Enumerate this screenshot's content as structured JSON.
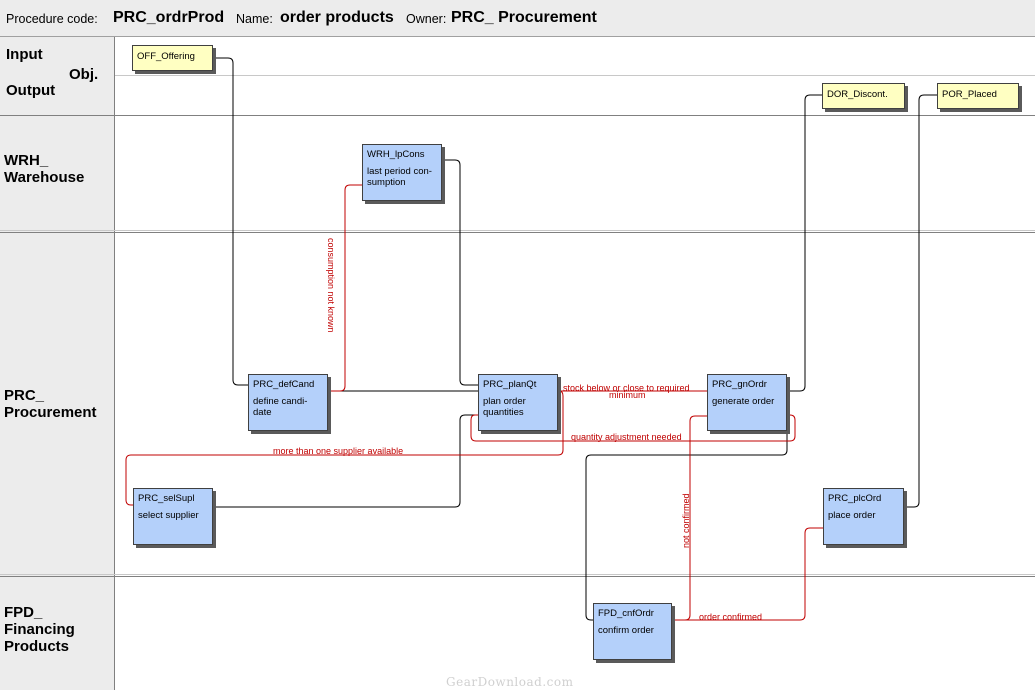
{
  "header": {
    "code_label": "Procedure code:",
    "code_value": "PRC_ordrProd",
    "name_label": "Name:",
    "name_value": "order products",
    "owner_label": "Owner:",
    "owner_value": "PRC_ Procurement"
  },
  "lanes": {
    "io_input": "Input",
    "io_obj": "Obj.",
    "io_output": "Output",
    "warehouse": "WRH_\nWarehouse",
    "procurement": "PRC_\nProcurement",
    "financing": "FPD_\nFinancing\nProducts"
  },
  "objects": {
    "off": "OFF_Offering",
    "dor": "DOR_Discont.",
    "por": "POR_Placed"
  },
  "nodes": {
    "wrh_lpcons": {
      "code": "WRH_lpCons",
      "desc": "last period con-\nsumption"
    },
    "prc_defcand": {
      "code": "PRC_defCand",
      "desc": "define candi-\ndate"
    },
    "prc_planqt": {
      "code": "PRC_planQt",
      "desc": "plan order\nquantities"
    },
    "prc_gnordr": {
      "code": "PRC_gnOrdr",
      "desc": "generate order"
    },
    "prc_selsupl": {
      "code": "PRC_selSupl",
      "desc": "select supplier"
    },
    "prc_plcord": {
      "code": "PRC_plcOrd",
      "desc": "place order"
    },
    "fpd_cnfordr": {
      "code": "FPD_cnfOrdr",
      "desc": "confirm order"
    }
  },
  "conditions": {
    "consumption_not_known": "consumption not known",
    "stock_below_1": "stock below or close to required",
    "stock_below_2": "minimum",
    "quantity_adjustment": "quantity adjustment needed",
    "more_than_one_supplier": "more than one supplier available",
    "not_confirmed": "not confirmed",
    "order_confirmed": "order confirmed"
  },
  "watermark": "GearDownload.com",
  "colors": {
    "node_fill": "#b4d0fa",
    "object_fill": "#ffffc2",
    "condition_red": "#c00000",
    "lane_bg": "#ececec"
  }
}
